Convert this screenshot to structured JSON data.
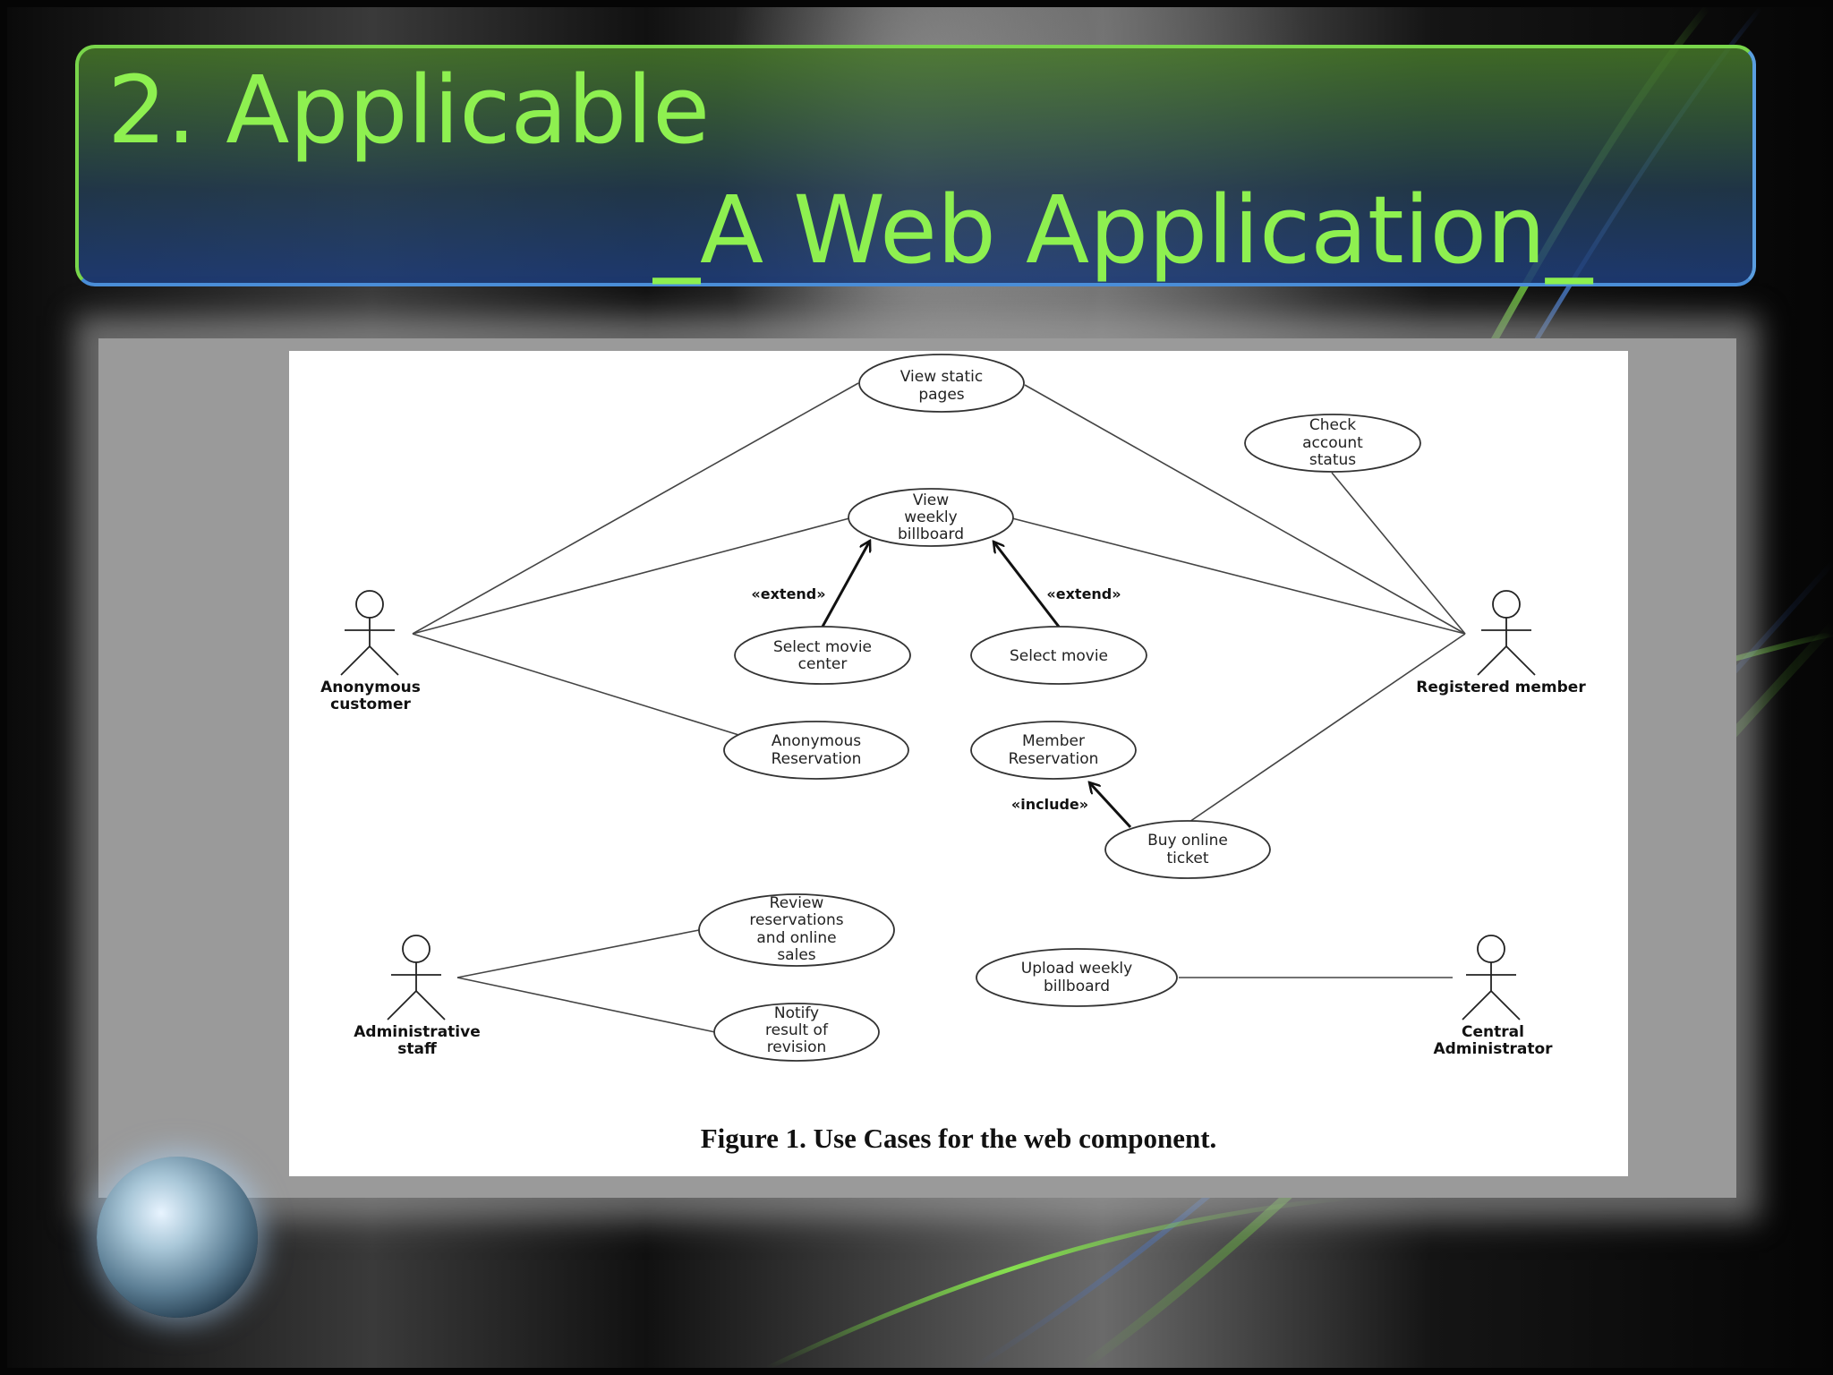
{
  "slide": {
    "title_line1": "2. Applicable",
    "title_line2": "_A Web Application_",
    "title_color": "#8ef050",
    "accent_green": "#7ad84c",
    "accent_blue": "#4a8ed8"
  },
  "figure": {
    "caption": "Figure 1. Use Cases for the web component.",
    "actors": {
      "anonymous_customer": [
        "Anonymous",
        "customer"
      ],
      "registered_member": [
        "Registered member"
      ],
      "administrative_staff": [
        "Administrative",
        "staff"
      ],
      "central_administrator": [
        "Central",
        "Administrator"
      ]
    },
    "use_cases": {
      "view_static_pages": [
        "View static",
        "pages"
      ],
      "check_account_status": [
        "Check",
        "account",
        "status"
      ],
      "view_weekly_billboard": [
        "View",
        "weekly",
        "billboard"
      ],
      "select_movie_center": [
        "Select movie",
        "center"
      ],
      "select_movie": [
        "Select movie"
      ],
      "anonymous_reservation": [
        "Anonymous",
        "Reservation"
      ],
      "member_reservation": [
        "Member",
        "Reservation"
      ],
      "buy_online_ticket": [
        "Buy online",
        "ticket"
      ],
      "review_reservations": [
        "Review",
        "reservations",
        "and online",
        "sales"
      ],
      "notify_result": [
        "Notify",
        "result of",
        "revision"
      ],
      "upload_weekly_billboard": [
        "Upload weekly",
        "billboard"
      ]
    },
    "stereotypes": {
      "extend_left": "«extend»",
      "extend_right": "«extend»",
      "include": "«include»"
    }
  },
  "decor": {
    "globe_icon": "globe-icon"
  }
}
